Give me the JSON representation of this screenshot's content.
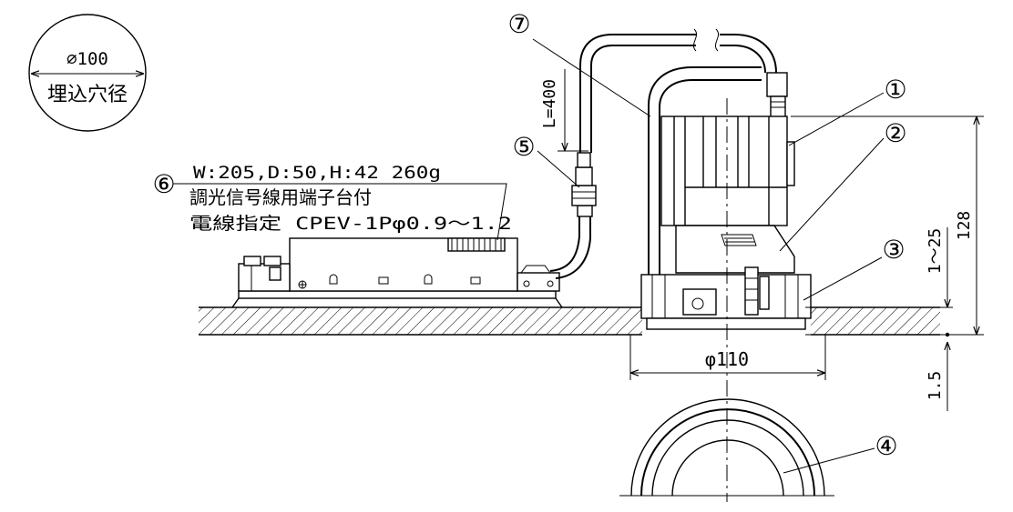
{
  "hole_note": {
    "diameter": "⌀100",
    "label": "埋込穴径"
  },
  "callouts": [
    "①",
    "②",
    "③",
    "④",
    "⑤",
    "⑥",
    "⑦"
  ],
  "ballast": {
    "spec_line": "W:205,D:50,H:42  260g",
    "terminal_line": "調光信号線用端子台付",
    "wire_line": "電線指定 CPEV-1Pφ0.9～1.2"
  },
  "dimensions": {
    "cable_length": "L=400",
    "cutout_diameter": "φ110",
    "ceiling_thickness": "1～25",
    "height": "128",
    "flange": "1.5"
  }
}
